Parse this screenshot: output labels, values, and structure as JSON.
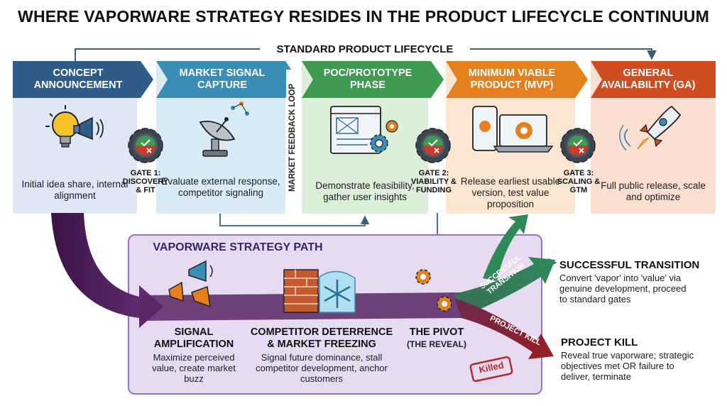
{
  "title": "WHERE VAPORWARE STRATEGY RESIDES IN THE PRODUCT LIFECYCLE CONTINUUM",
  "lifecycle_label": "STANDARD PRODUCT LIFECYCLE",
  "feedback_loop_label": "MARKET FEEDBACK LOOP",
  "stages": [
    {
      "title": "CONCEPT ANNOUNCEMENT",
      "description": "Initial idea share, internal alignment",
      "color": "#2f5d8a",
      "bg": "#dde8f4"
    },
    {
      "title": "MARKET SIGNAL CAPTURE",
      "description": "Evaluate external response, competitor signaling",
      "color": "#3a8db5",
      "bg": "#d9ecf5"
    },
    {
      "title": "POC/PROTOTYPE PHASE",
      "description": "Demonstrate feasibility, gather user insights",
      "color": "#3f9a52",
      "bg": "#dcefd9"
    },
    {
      "title": "MINIMUM VIABLE PRODUCT (MVP)",
      "description": "Release earliest usable version, test value proposition",
      "color": "#e4801e",
      "bg": "#fbe6d2"
    },
    {
      "title": "GENERAL AVAILABILITY (GA)",
      "description": "Full public release, scale and optimize",
      "color": "#cf4d21",
      "bg": "#fadfd2"
    }
  ],
  "gates": [
    {
      "label": "GATE 1: DISCOVERY & FIT"
    },
    {
      "label": "GATE 2: VIABILITY & FUNDING"
    },
    {
      "label": "GATE 3: SCALING & GTM"
    }
  ],
  "vaporware": {
    "title": "VAPORWARE STRATEGY PATH",
    "steps": [
      {
        "title": "SIGNAL AMPLIFICATION",
        "description": "Maximize perceived value, create market buzz"
      },
      {
        "title": "COMPETITOR DETERRENCE & MARKET FREEZING",
        "description": "Signal future dominance, stall competitor development, anchor customers"
      },
      {
        "title": "THE PIVOT",
        "subtitle": "(THE REVEAL)"
      }
    ],
    "arrow_success_label": "SUCCESSFUL TRANSITION",
    "arrow_kill_label": "PROJECT KILL",
    "stamp_label": "Killed"
  },
  "outcomes": {
    "success": {
      "title": "SUCCESSFUL TRANSITION",
      "description": "Convert 'vapor' into 'value' via genuine development, proceed to standard gates"
    },
    "kill": {
      "title": "PROJECT KILL",
      "description": "Reveal true vaporware; strategic objectives met OR failure to deliver, terminate"
    }
  },
  "icons": [
    "lightbulb-icon",
    "megaphone-icon",
    "satellite-dish-icon",
    "wireframe-icon",
    "gear-icon",
    "devices-icon",
    "rocket-icon",
    "gate-check-icon",
    "brick-wall-icon",
    "snowflake-icon",
    "kill-stamp-icon"
  ]
}
